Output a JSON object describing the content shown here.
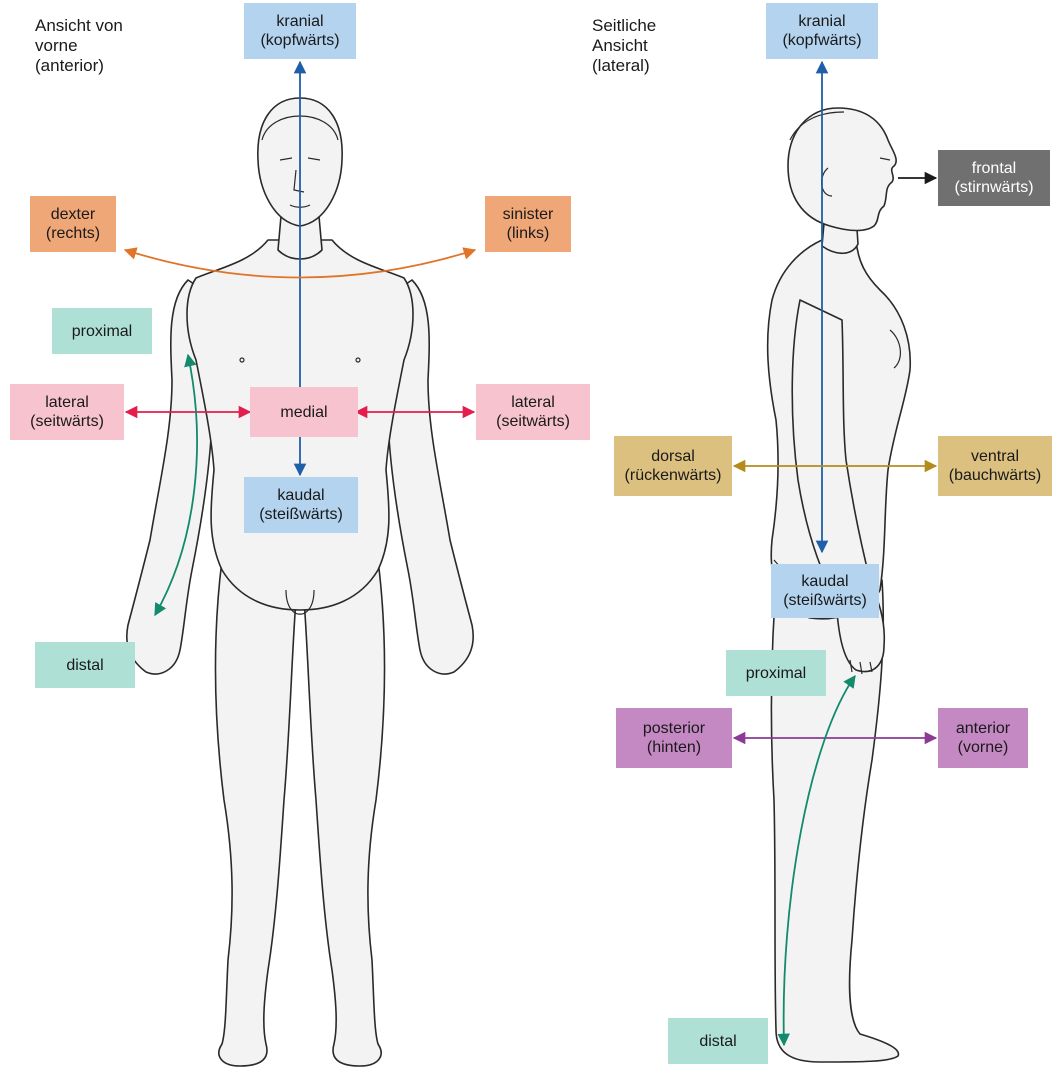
{
  "views": {
    "front": {
      "title": "Ansicht von\nvorne\n(anterior)",
      "labels": {
        "kranial": "kranial\n(kopfwärts)",
        "dexter": "dexter\n(rechts)",
        "sinister": "sinister\n(links)",
        "proximal": "proximal",
        "lateral_left": "lateral\n(seitwärts)",
        "medial": "medial",
        "lateral_right": "lateral\n(seitwärts)",
        "kaudal": "kaudal\n(steißwärts)",
        "distal": "distal"
      }
    },
    "side": {
      "title": "Seitliche\nAnsicht\n(lateral)",
      "labels": {
        "kranial": "kranial\n(kopfwärts)",
        "frontal": "frontal\n(stirnwärts)",
        "dorsal": "dorsal\n(rückenwärts)",
        "ventral": "ventral\n(bauchwärts)",
        "kaudal": "kaudal\n(steißwärts)",
        "proximal": "proximal",
        "posterior": "posterior\n(hinten)",
        "anterior": "anterior\n(vorne)",
        "distal": "distal"
      }
    }
  },
  "colors": {
    "blue_arrow": "#1f5ea8",
    "orange_arrow": "#e0752a",
    "green_arrow": "#138a6c",
    "red_arrow": "#e31e4c",
    "gold_arrow": "#b48c1e",
    "purple_arrow": "#8c3a96",
    "black_arrow": "#1a1a1a",
    "body_fill": "#f3f3f3",
    "body_outline": "#2a2a2a"
  }
}
